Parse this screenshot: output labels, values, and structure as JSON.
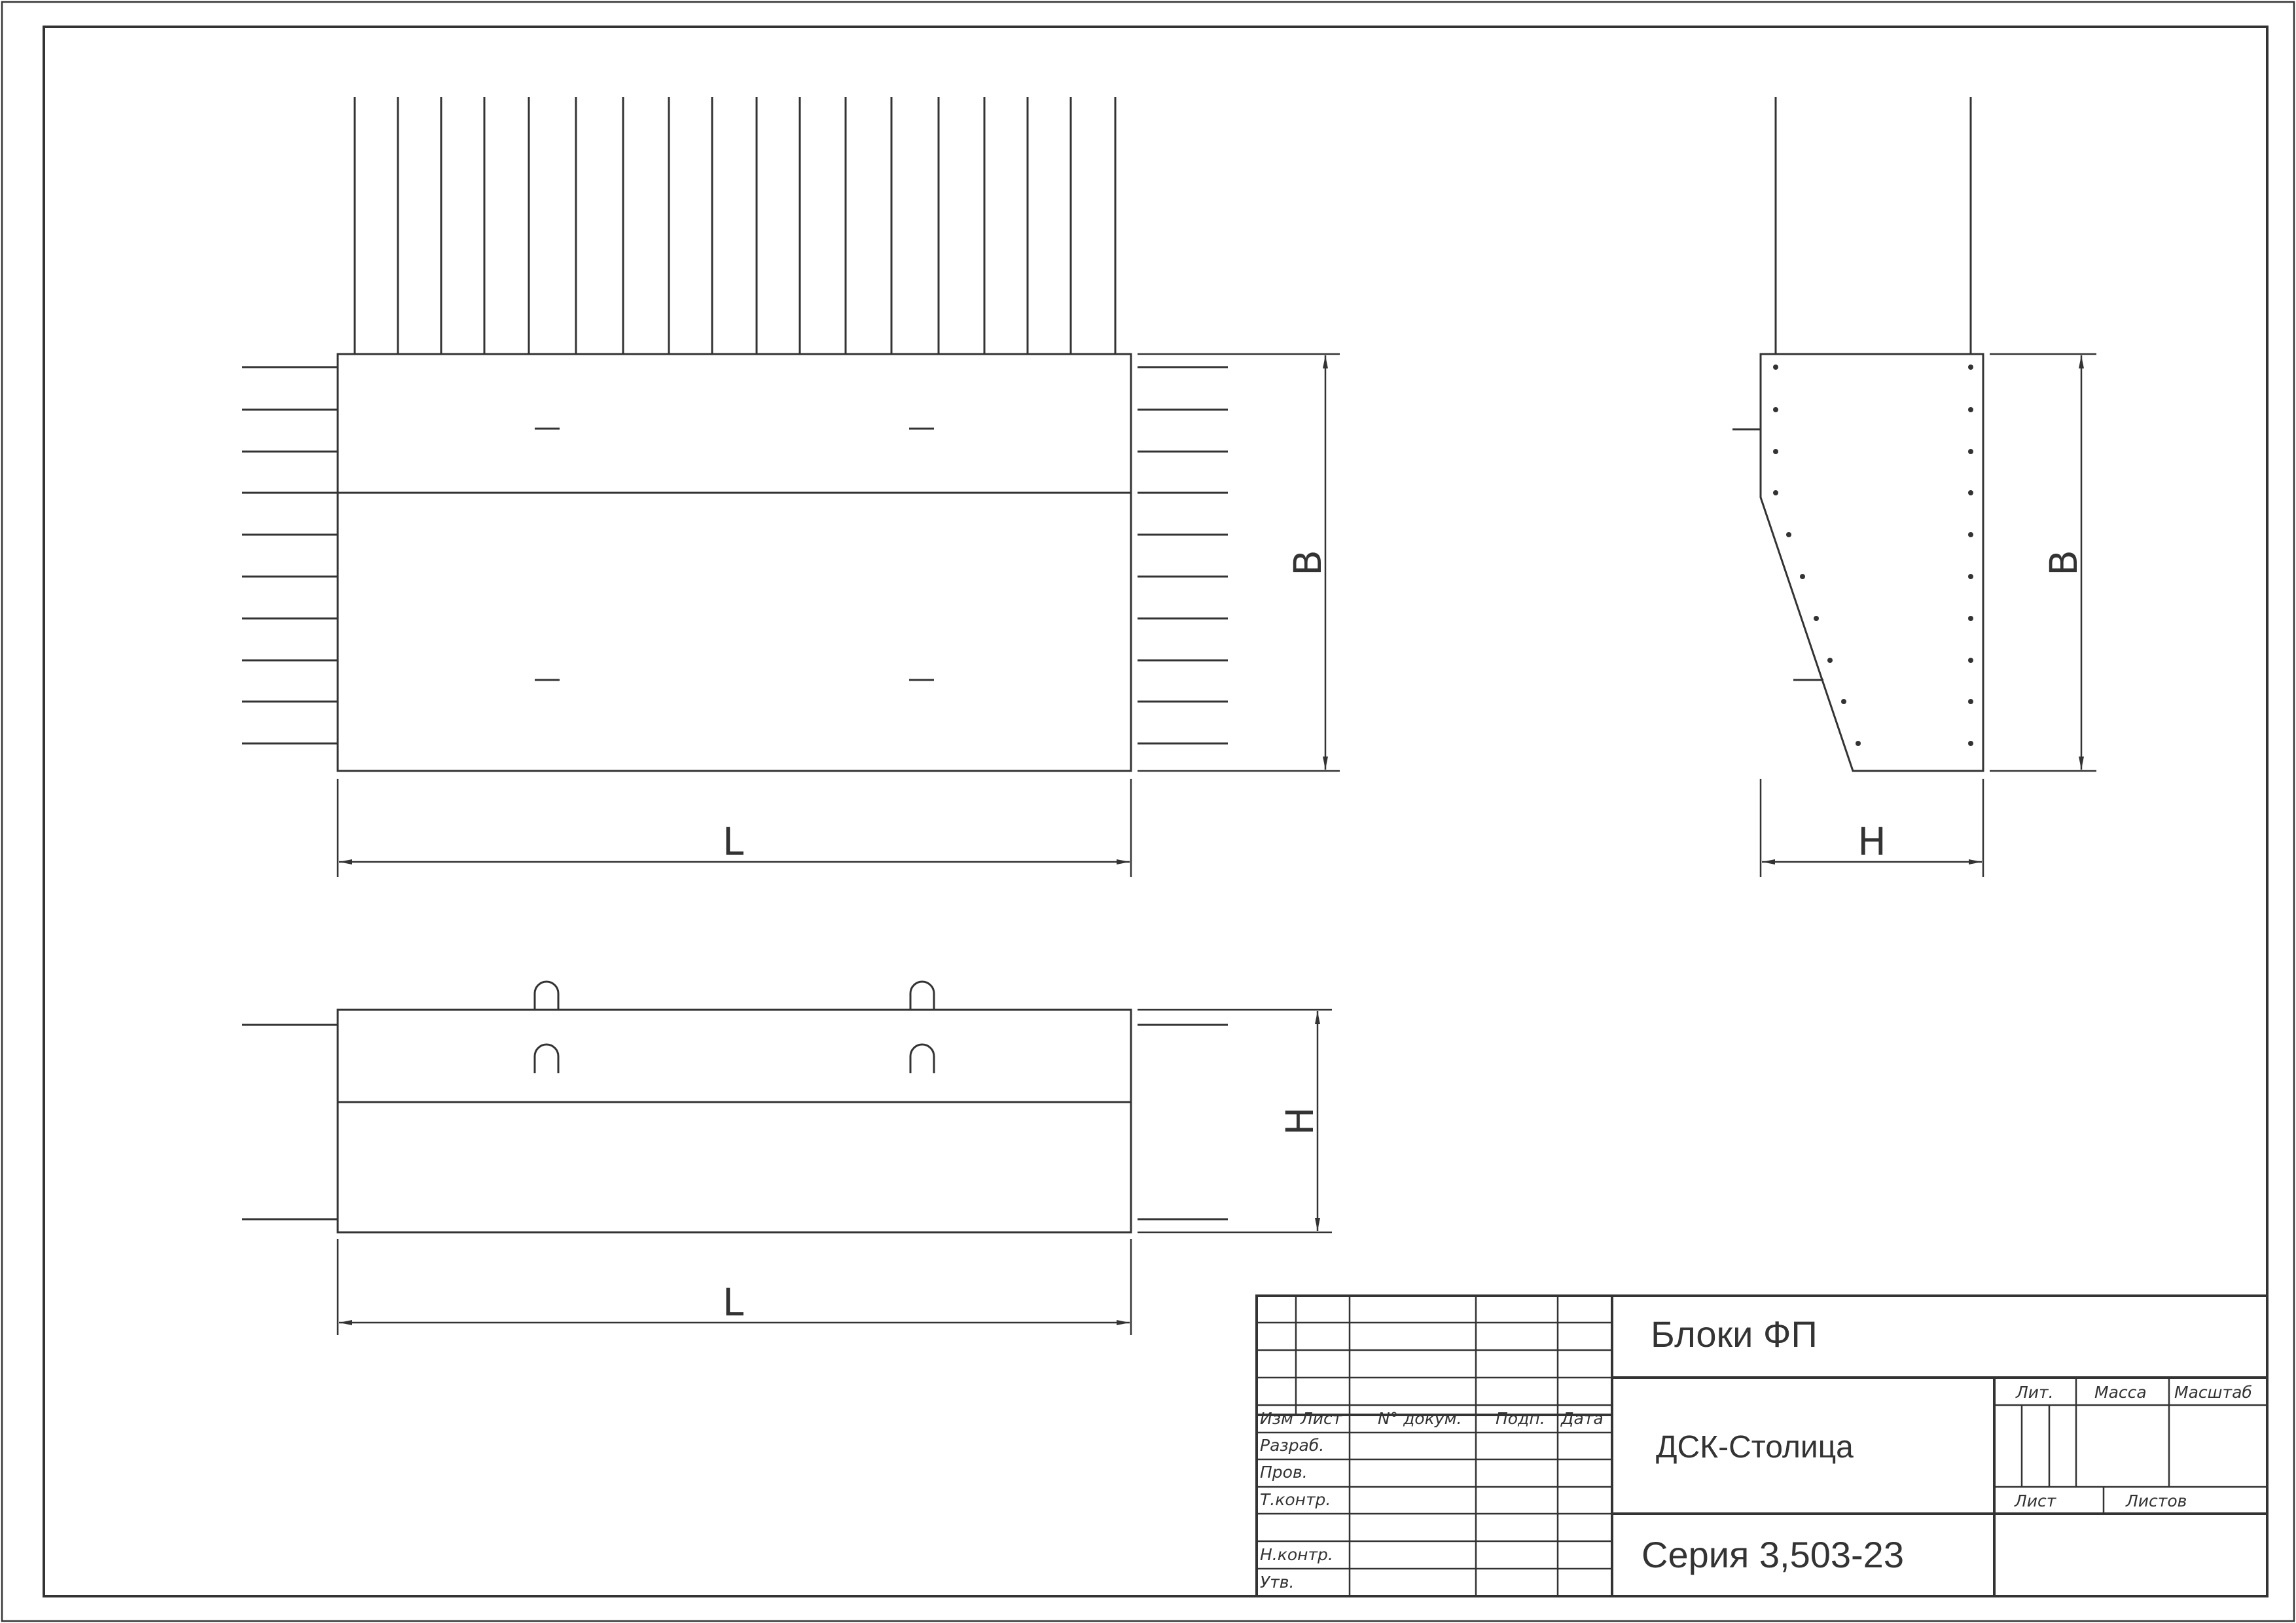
{
  "dimensions": {
    "plan_length": "L",
    "plan_width": "B",
    "side_width": "B",
    "side_height": "H",
    "elevation_height": "H",
    "elevation_length": "L"
  },
  "title_block": {
    "title": "Блоки ФП",
    "organization": "ДСК-Столица",
    "series": "Серия 3,503-23",
    "columns": {
      "change": "Изм",
      "sheet": "Лист",
      "doc_no": "N° докум.",
      "signature": "Подп.",
      "date": "Дата"
    },
    "roles": {
      "developed": "Разраб.",
      "checked": "Пров.",
      "tech_control": "Т.контр.",
      "norm_control": "Н.контр.",
      "approved": "Утв."
    },
    "info": {
      "lit": "Лит.",
      "mass": "Масса",
      "scale": "Масштаб",
      "sheet": "Лист",
      "sheets": "Листов"
    }
  }
}
